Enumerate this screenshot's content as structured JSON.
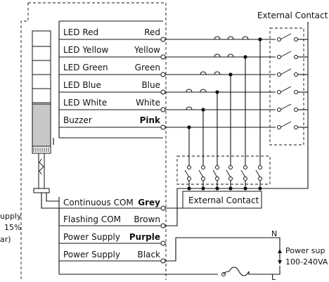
{
  "diagram": {
    "external_contact_top": "External Contact",
    "external_contact_bottom": "External Contact",
    "rows": [
      {
        "left": "LED  Red",
        "right": "Red",
        "right_bold": false
      },
      {
        "left": "LED  Yellow",
        "right": "Yellow",
        "right_bold": false
      },
      {
        "left": "LED  Green",
        "right": "Green",
        "right_bold": false
      },
      {
        "left": "LED  Blue",
        "right": "Blue",
        "right_bold": false
      },
      {
        "left": "LED  White",
        "right": "White",
        "right_bold": false
      },
      {
        "left": "Buzzer",
        "right": "Pink",
        "right_bold": true
      }
    ],
    "com_rows": [
      {
        "left": "Continuous COM",
        "right": "Grey",
        "right_bold": true
      },
      {
        "left": "Flashing COM",
        "right": "Brown",
        "right_bold": false
      },
      {
        "left": "Power Supply",
        "right": "Purple",
        "right_bold": true
      },
      {
        "left": "Power Supply",
        "right": "Black",
        "right_bold": false
      }
    ],
    "power_n": "N",
    "power_l": "L",
    "power_label_1": "Power sup",
    "power_label_2": "100-240VA",
    "left_cut_1": "upply",
    "left_cut_2": "15%",
    "left_cut_3": "ar)"
  }
}
